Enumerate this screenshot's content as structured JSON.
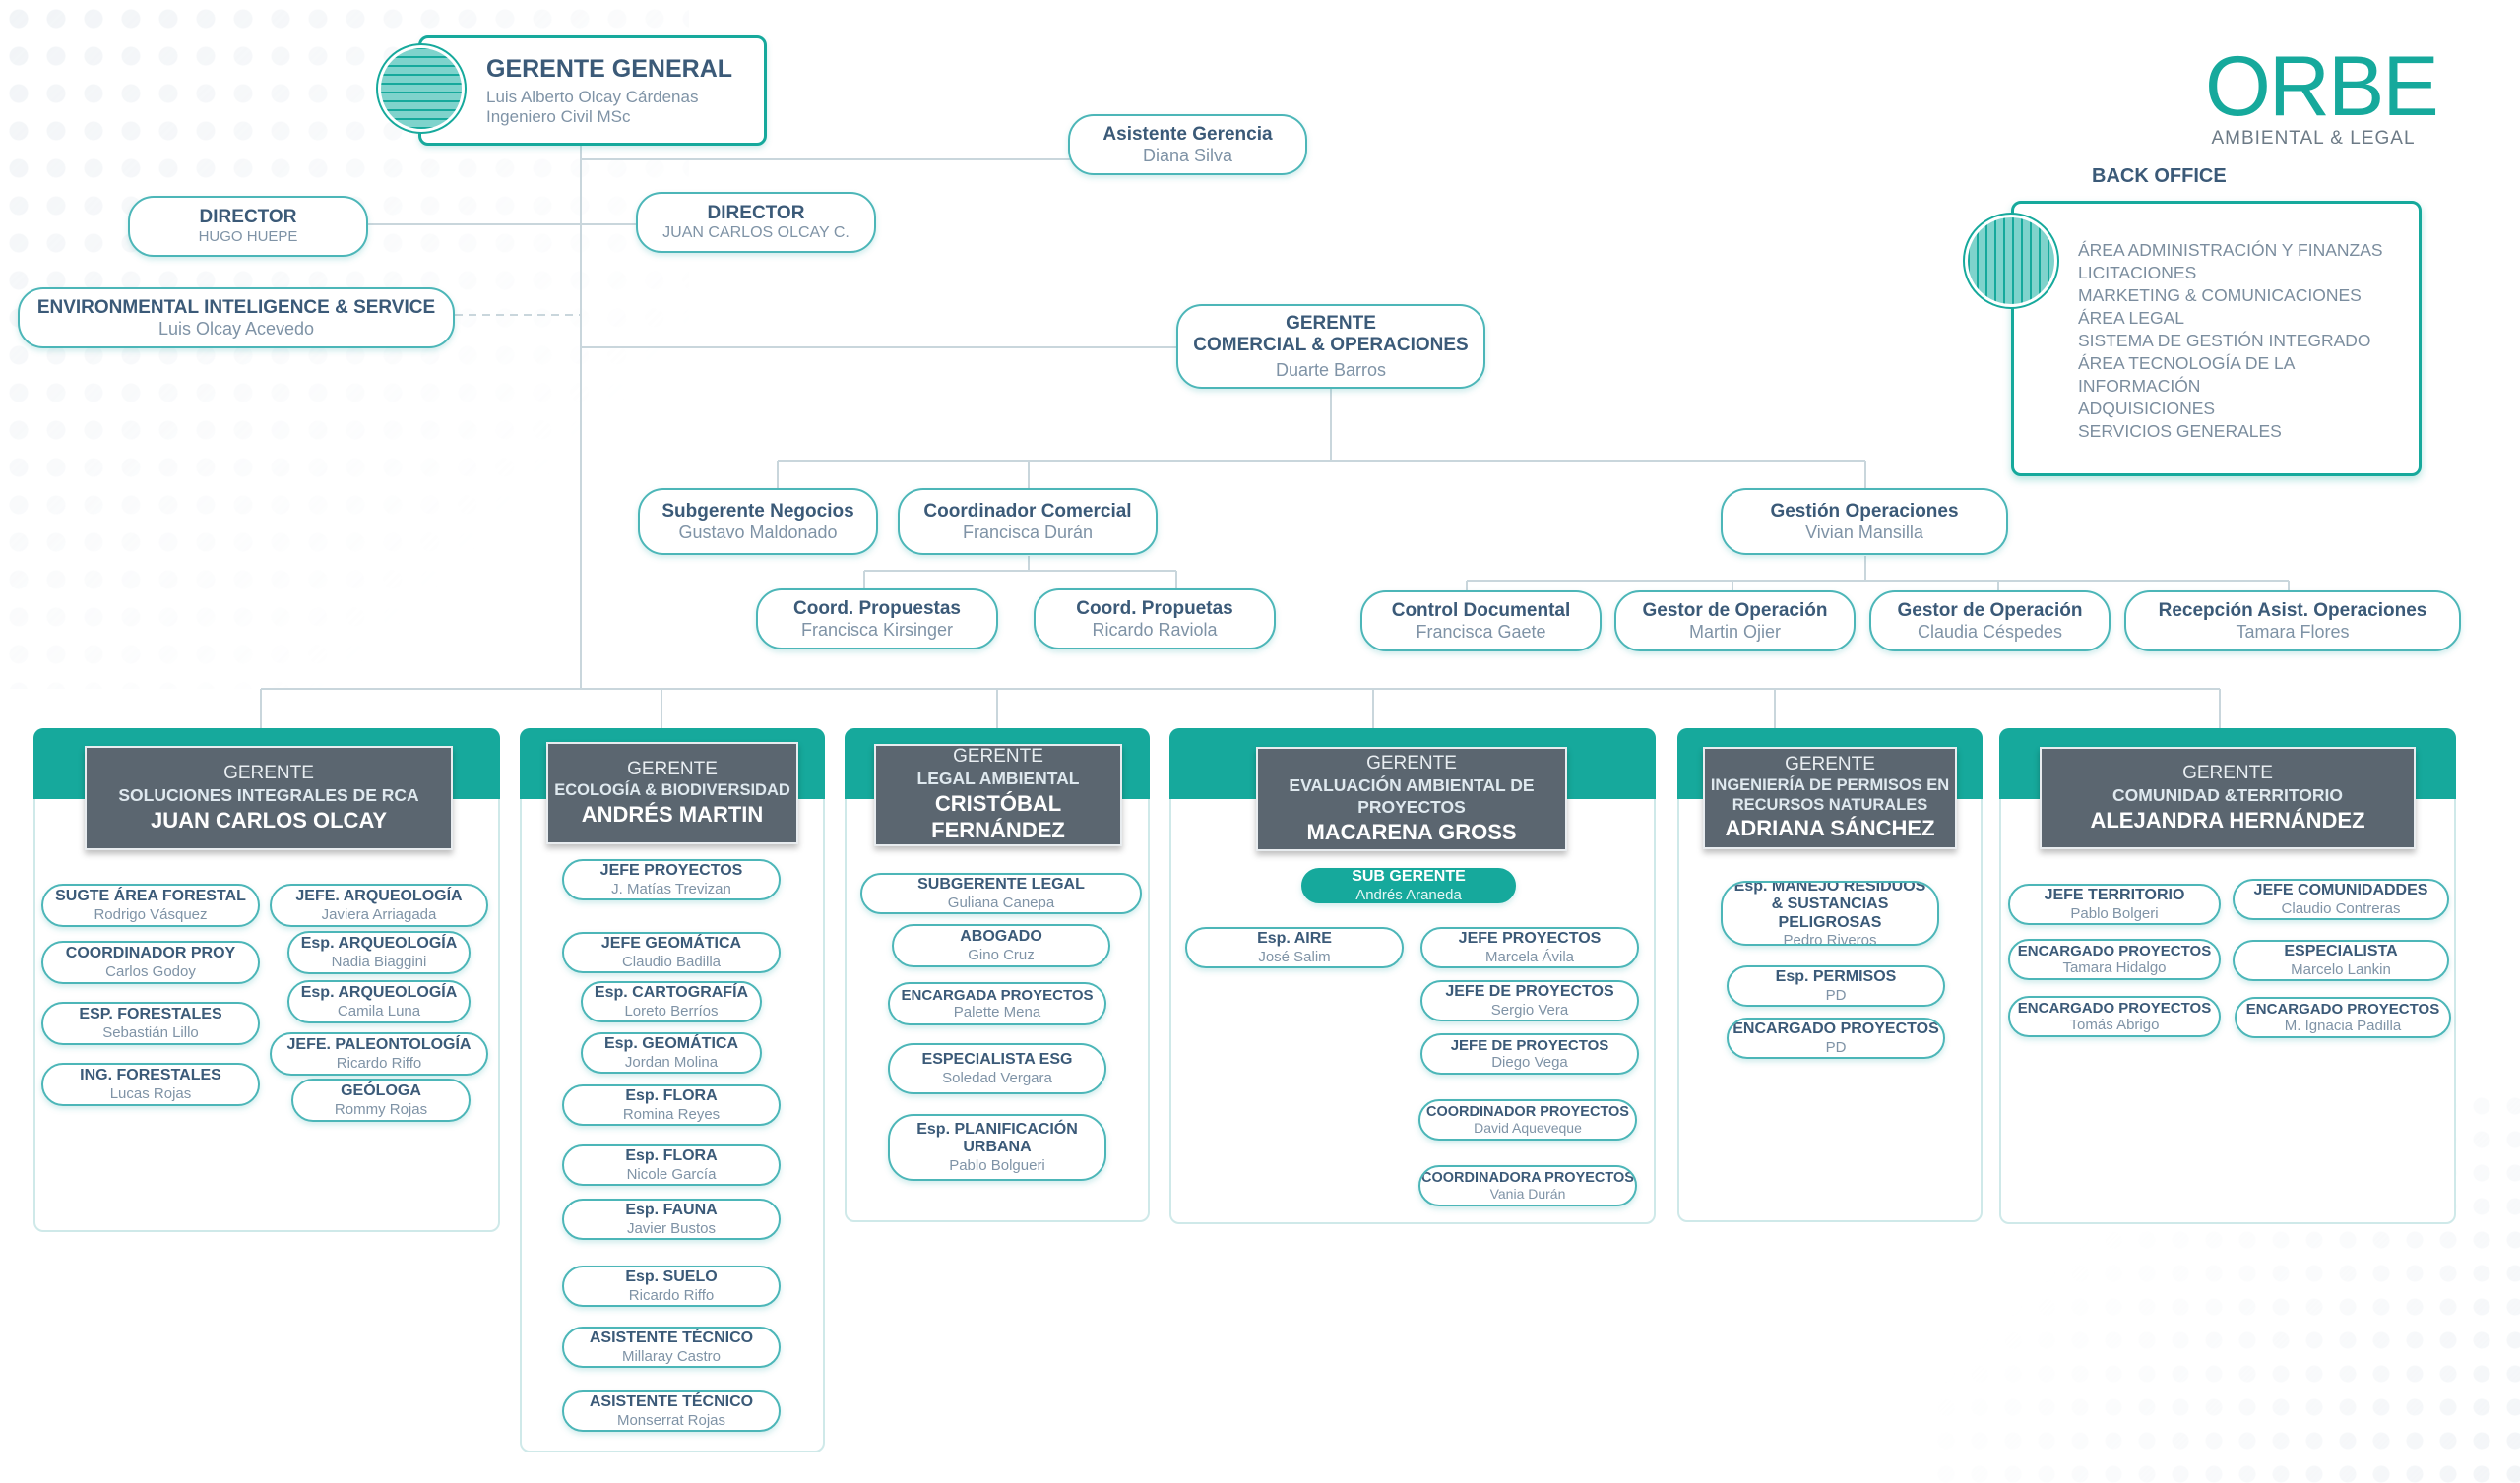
{
  "brand": {
    "logo_main": "ORBE",
    "logo_sub": "AMBIENTAL & LEGAL",
    "accent": "#16a99c",
    "outline": "#4cb6b8",
    "head_gray": "#5b6670"
  },
  "top": {
    "gg": {
      "title": "GERENTE GENERAL",
      "name": "Luis Alberto Olcay Cárdenas",
      "sub": "Ingeniero Civil MSc"
    },
    "asistente": {
      "title": "Asistente Gerencia",
      "name": "Diana Silva"
    },
    "dir1": {
      "title": "DIRECTOR",
      "name": "HUGO HUEPE"
    },
    "dir2": {
      "title": "DIRECTOR",
      "name": "JUAN  CARLOS OLCAY C."
    },
    "eis": {
      "title": "ENVIRONMENTAL INTELIGENCE & SERVICE",
      "name": "Luis Olcay Acevedo"
    },
    "gco": {
      "title1": "GERENTE",
      "title2": "COMERCIAL & OPERACIONES",
      "name": "Duarte Barros"
    },
    "subneg": {
      "title": "Subgerente Negocios",
      "name": "Gustavo Maldonado"
    },
    "coordcom": {
      "title": "Coordinador Comercial",
      "name": "Francisca Durán"
    },
    "gestop": {
      "title": "Gestión  Operaciones",
      "name": "Vivian Mansilla"
    },
    "cp1": {
      "title": "Coord. Propuestas",
      "name": "Francisca Kirsinger"
    },
    "cp2": {
      "title": "Coord. Propuetas",
      "name": "Ricardo Raviola"
    },
    "cdoc": {
      "title": "Control Documental",
      "name": "Francisca Gaete"
    },
    "gop1": {
      "title": "Gestor de Operación",
      "name": "Martin Ojier"
    },
    "gop2": {
      "title": "Gestor de Operación",
      "name": "Claudia Céspedes"
    },
    "recep": {
      "title": "Recepción Asist.  Operaciones",
      "name": "Tamara Flores"
    }
  },
  "backoffice": {
    "label": "BACK OFFICE",
    "items": [
      "ÁREA ADMINISTRACIÓN Y FINANZAS",
      "LICITACIONES",
      "MARKETING & COMUNICACIONES",
      "ÁREA LEGAL",
      "SISTEMA DE GESTIÓN INTEGRADO",
      "ÁREA TECNOLOGÍA DE LA INFORMACIÓN",
      "ADQUISICIONES",
      "SERVICIOS GENERALES"
    ]
  },
  "areas": [
    {
      "role": "GERENTE",
      "dept": "SOLUCIONES INTEGRALES DE RCA",
      "manager": "JUAN CARLOS OLCAY",
      "cards": [
        {
          "title": "SUGTE ÁREA FORESTAL",
          "name": "Rodrigo Vásquez"
        },
        {
          "title": "COORDINADOR PROY",
          "name": "Carlos Godoy"
        },
        {
          "title": "ESP.  FORESTALES",
          "name": "Sebastián Lillo"
        },
        {
          "title": "ING.  FORESTALES",
          "name": "Lucas Rojas"
        },
        {
          "title": "JEFE. ARQUEOLOGÍA",
          "name": "Javiera Arriagada"
        },
        {
          "title": "Esp. ARQUEOLOGÍA",
          "name": "Nadia Biaggini"
        },
        {
          "title": "Esp. ARQUEOLOGÍA",
          "name": "Camila Luna"
        },
        {
          "title": "JEFE. PALEONTOLOGÍA",
          "name": "Ricardo Riffo"
        },
        {
          "title": "GEÓLOGA",
          "name": "Rommy Rojas"
        }
      ]
    },
    {
      "role": "GERENTE",
      "dept": "ECOLOGÍA &  BIODIVERSIDAD",
      "manager": "ANDRÉS MARTIN",
      "cards": [
        {
          "title": "JEFE PROYECTOS",
          "name": "J. Matías Trevizan"
        },
        {
          "title": "JEFE GEOMÁTICA",
          "name": "Claudio Badilla"
        },
        {
          "title": "Esp. CARTOGRAFÍA",
          "name": "Loreto Berríos"
        },
        {
          "title": "Esp. GEOMÁTICA",
          "name": "Jordan Molina"
        },
        {
          "title": "Esp. FLORA",
          "name": "Romina Reyes"
        },
        {
          "title": "Esp. FLORA",
          "name": "Nicole García"
        },
        {
          "title": "Esp. FAUNA",
          "name": "Javier Bustos"
        },
        {
          "title": "Esp. SUELO",
          "name": "Ricardo Riffo"
        },
        {
          "title": "ASISTENTE  TÉCNICO",
          "name": "Millaray Castro"
        },
        {
          "title": "ASISTENTE  TÉCNICO",
          "name": "Monserrat Rojas"
        }
      ]
    },
    {
      "role": "GERENTE",
      "dept": "LEGAL AMBIENTAL",
      "manager": "CRISTÓBAL FERNÁNDEZ",
      "cards": [
        {
          "title": "SUBGERENTE LEGAL",
          "name": "Guliana Canepa"
        },
        {
          "title": "ABOGADO",
          "name": "Gino Cruz"
        },
        {
          "title": "ENCARGADA PROYECTOS",
          "name": "Palette Mena"
        },
        {
          "title": "ESPECIALISTA  ESG",
          "name": "Soledad Vergara"
        },
        {
          "title": "Esp. PLANIFICACIÓN URBANA",
          "name": "Pablo Bolgueri"
        }
      ]
    },
    {
      "role": "GERENTE",
      "dept": "EVALUACIÓN  AMBIENTAL DE PROYECTOS",
      "manager": "MACARENA GROSS",
      "sub": {
        "title": "SUB GERENTE",
        "name": "Andrés Araneda"
      },
      "cards": [
        {
          "title": "Esp. AIRE",
          "name": "José Salim"
        },
        {
          "title": "JEFE PROYECTOS",
          "name": "Marcela Ávila"
        },
        {
          "title": "JEFE DE PROYECTOS",
          "name": "Sergio Vera"
        },
        {
          "title": "JEFE DE PROYECTOS",
          "name": "Diego Vega"
        },
        {
          "title": "COORDINADOR PROYECTOS",
          "name": "David Aqueveque"
        },
        {
          "title": "COORDINADORA PROYECTOS",
          "name": "Vania Durán"
        }
      ]
    },
    {
      "role": "GERENTE",
      "dept": "INGENIERÍA DE PERMISOS EN RECURSOS NATURALES",
      "manager": "ADRIANA SÁNCHEZ",
      "cards": [
        {
          "title": "Esp. MANEJO RESIDUOS & SUSTANCIAS PELIGROSAS",
          "name": "Pedro Riveros"
        },
        {
          "title": "Esp. PERMISOS",
          "name": "PD"
        },
        {
          "title": "ENCARGADO PROYECTOS",
          "name": "PD"
        }
      ]
    },
    {
      "role": "GERENTE",
      "dept": "COMUNIDAD &TERRITORIO",
      "manager": "ALEJANDRA HERNÁNDEZ",
      "cards": [
        {
          "title": "JEFE TERRITORIO",
          "name": "Pablo Bolgeri"
        },
        {
          "title": "ENCARGADO PROYECTOS",
          "name": "Tamara Hidalgo"
        },
        {
          "title": "ENCARGADO PROYECTOS",
          "name": "Tomás Abrigo"
        },
        {
          "title": "JEFE COMUNIDADDES",
          "name": "Claudio Contreras"
        },
        {
          "title": "ESPECIALISTA",
          "name": "Marcelo Lankin"
        },
        {
          "title": "ENCARGADO PROYECTOS",
          "name": "M. Ignacia Padilla"
        }
      ]
    }
  ]
}
